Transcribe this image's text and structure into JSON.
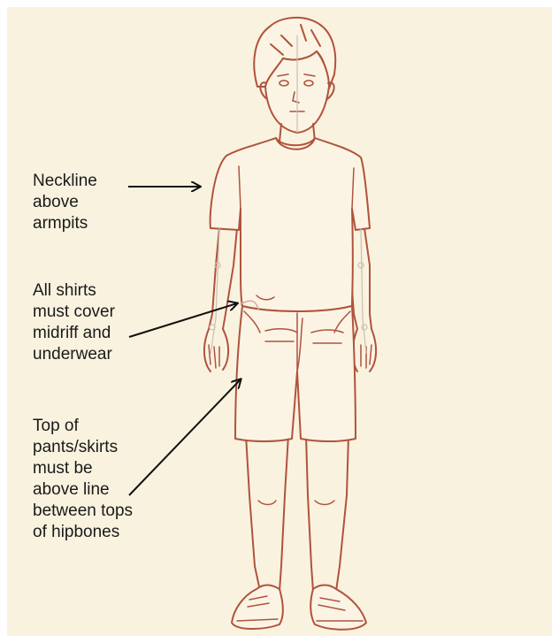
{
  "annotations": {
    "neckline": "Neckline\nabove\narmpits",
    "shirts": "All shirts\nmust cover\nmidriff and\nunderwear",
    "pants": "Top of\npants/skirts\nmust be\nabove line\nbetween tops\nof hipbones"
  },
  "colors": {
    "background": "#f9f2df",
    "figure_line": "#b0533c",
    "arrow": "#111111",
    "label_text": "#1a1a1a"
  }
}
